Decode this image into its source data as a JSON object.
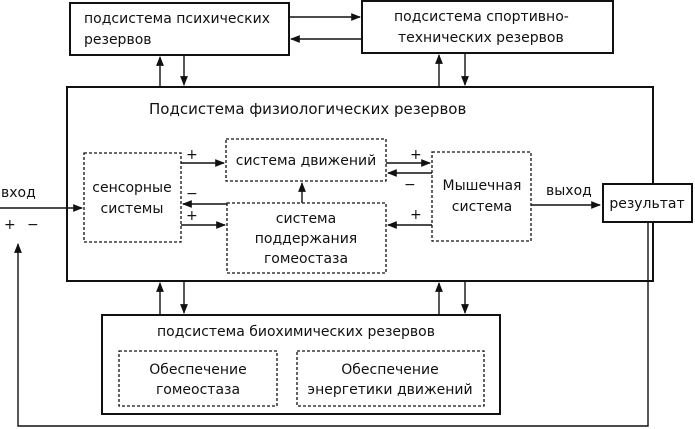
{
  "psych": [
    "подсистема психических",
    "резервов"
  ],
  "sport": [
    "подсистема спортивно-",
    "технических резервов"
  ],
  "physio_title": "Подсистема физиологических резервов",
  "sensory": [
    "сенсорные",
    "системы"
  ],
  "movement": "система движений",
  "homeo_sys": [
    "система",
    "поддержания",
    "гомеостаза"
  ],
  "muscle": [
    "Мышечная",
    "система"
  ],
  "input_label": "вход",
  "output_label": "выход",
  "result": "результат",
  "biochem_title": "подсистема биохимических резервов",
  "homeo_supply": [
    "Обеспечение",
    "гомеостаза"
  ],
  "energy_supply": [
    "Обеспечение",
    "энергетики движений"
  ],
  "plus": "+",
  "minus": "−"
}
